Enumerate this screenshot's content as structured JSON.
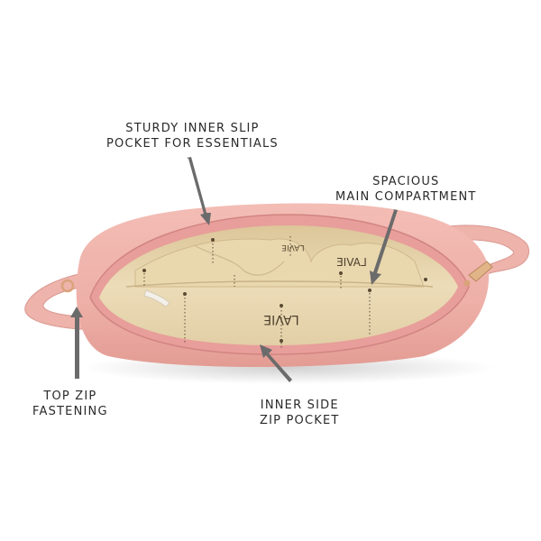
{
  "product": {
    "brand_print": "LAVIE",
    "colors": {
      "body": "#eeb0a8",
      "body_shadow": "#d98f88",
      "lining": "#e8d7b2",
      "lining_dark": "#d7c095",
      "zip": "#e9a6a6",
      "hardware": "#d9a37a",
      "arrow": "#6b6b6b",
      "text": "#2a2a2a"
    }
  },
  "callouts": [
    {
      "id": "slip-pocket",
      "line1": "STURDY INNER SLIP",
      "line2": "POCKET FOR ESSENTIALS"
    },
    {
      "id": "main-compartment",
      "line1": "SPACIOUS",
      "line2": "MAIN COMPARTMENT"
    },
    {
      "id": "top-zip",
      "line1": "TOP ZIP",
      "line2": "FASTENING"
    },
    {
      "id": "side-zip-pocket",
      "line1": "INNER SIDE",
      "line2": "ZIP POCKET"
    }
  ]
}
